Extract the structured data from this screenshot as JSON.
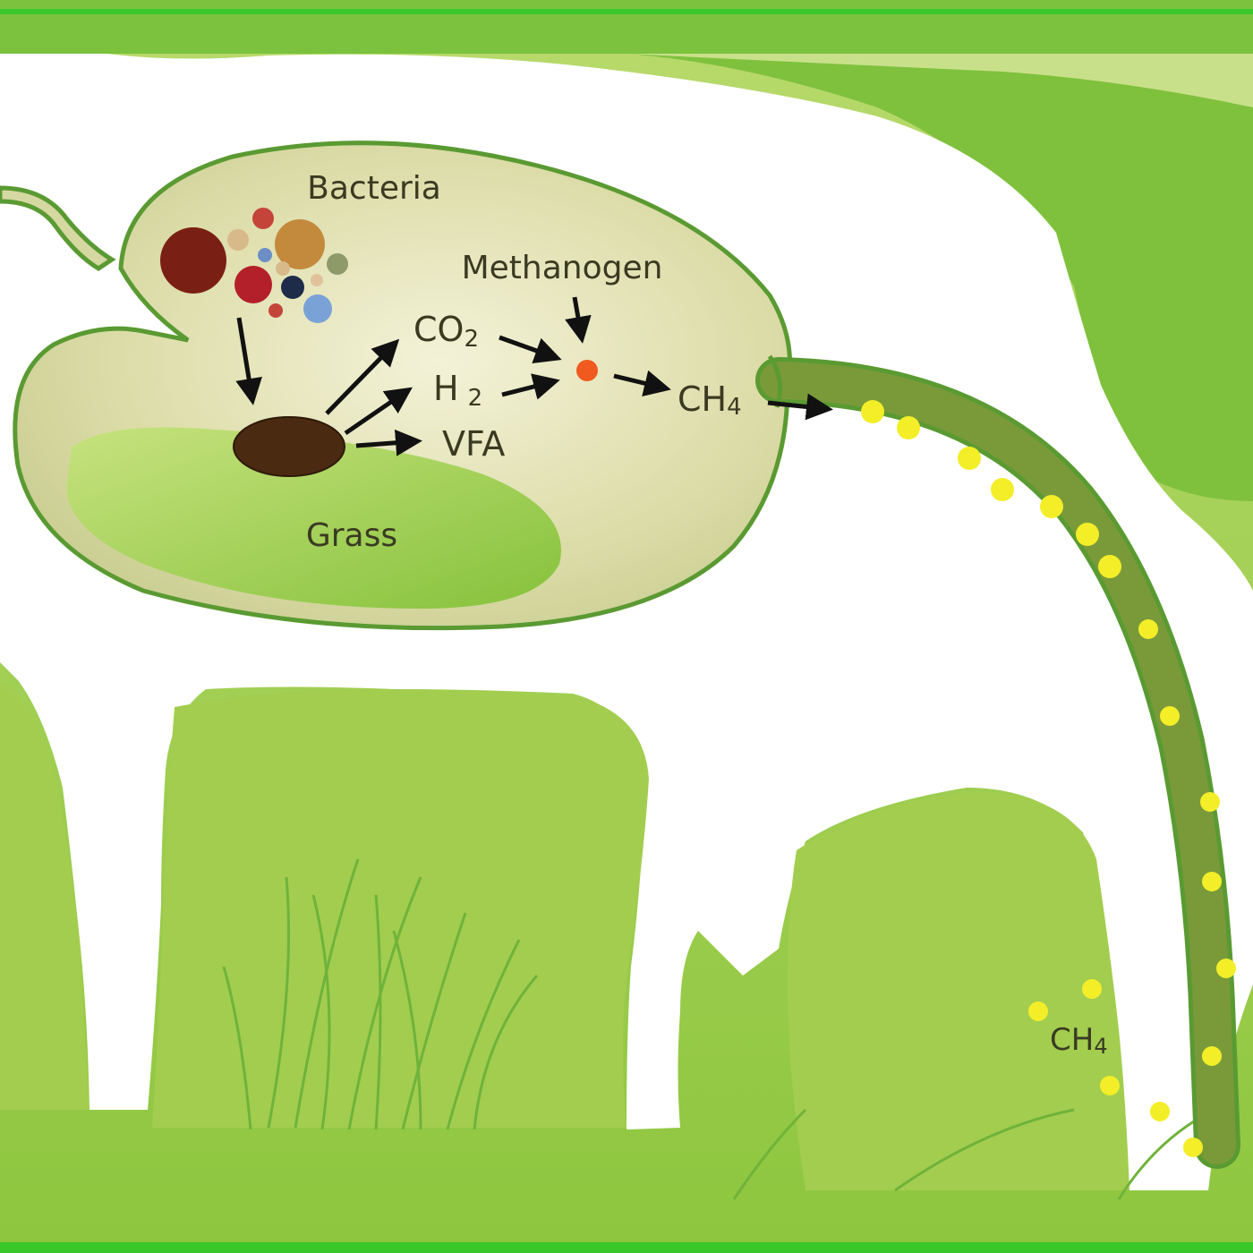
{
  "labels": {
    "bacteria": "Bacteria",
    "methanogen": "Methanogen",
    "co2_main": "CO",
    "co2_sub": "2",
    "h2_main": "H",
    "h2_sub": "2",
    "vfa": "VFA",
    "ch4_main": "CH",
    "ch4_sub": "4",
    "grass": "Grass",
    "ch4_out_main": "CH",
    "ch4_out_sub": "4"
  },
  "colors": {
    "frame_green": "#39c72a",
    "background_green": "#a6cf52",
    "light_green": "#c5e07e",
    "cow_white": "#ffffff",
    "rumen_fill": "#d6d8a2",
    "rumen_edge": "#5a9a32",
    "grass_pad": "#8dc443",
    "tube": "#7a9a3a",
    "gas_bubble": "#f3ee28",
    "feed_particle": "#4a2a10",
    "methanogen_dot": "#f05a1e"
  }
}
